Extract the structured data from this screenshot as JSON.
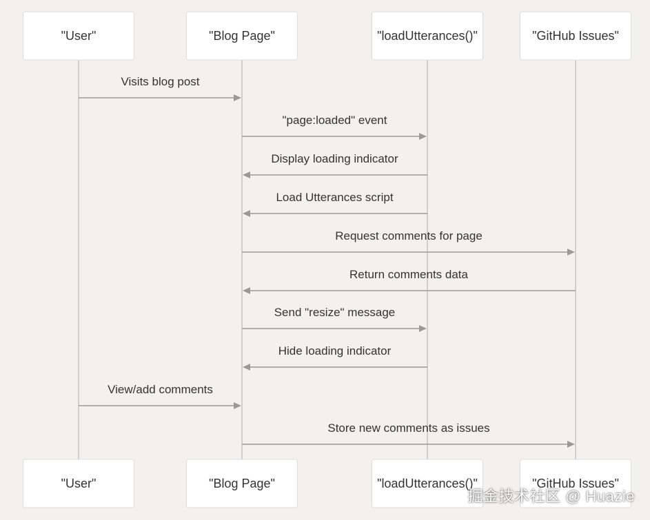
{
  "actors": [
    {
      "id": "user",
      "label": "\"User\""
    },
    {
      "id": "blog",
      "label": "\"Blog Page\""
    },
    {
      "id": "load",
      "label": "\"loadUtterances()\""
    },
    {
      "id": "github",
      "label": "\"GitHub Issues\""
    }
  ],
  "messages": [
    {
      "from": "user",
      "to": "blog",
      "label": "Visits blog post"
    },
    {
      "from": "blog",
      "to": "load",
      "label": "\"page:loaded\" event"
    },
    {
      "from": "load",
      "to": "blog",
      "label": "Display loading indicator"
    },
    {
      "from": "load",
      "to": "blog",
      "label": "Load Utterances script"
    },
    {
      "from": "blog",
      "to": "github",
      "label": "Request comments for page"
    },
    {
      "from": "github",
      "to": "blog",
      "label": "Return comments data"
    },
    {
      "from": "blog",
      "to": "load",
      "label": "Send \"resize\" message"
    },
    {
      "from": "load",
      "to": "blog",
      "label": "Hide loading indicator"
    },
    {
      "from": "user",
      "to": "blog",
      "label": "View/add comments"
    },
    {
      "from": "blog",
      "to": "github",
      "label": "Store new comments as issues"
    }
  ],
  "watermark": "掘金技术社区 @ Huazie"
}
